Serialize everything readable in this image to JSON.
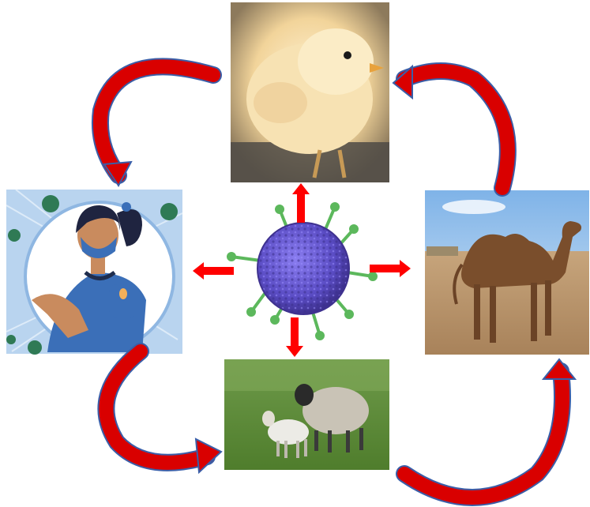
{
  "diagram": {
    "center": {
      "icon": "virus-icon",
      "color": "#6a5acd"
    },
    "nodes": [
      {
        "id": "chick",
        "icon": "chick-icon"
      },
      {
        "id": "camel",
        "icon": "camel-icon"
      },
      {
        "id": "sheep",
        "icon": "sheep-icon"
      },
      {
        "id": "person",
        "icon": "vaccinated-woman-icon"
      }
    ],
    "cycle": [
      "chick",
      "person",
      "sheep",
      "camel",
      "chick"
    ],
    "spread_from_center": [
      "chick",
      "camel",
      "sheep",
      "person"
    ],
    "colors": {
      "cycle_arrow": "#d90000",
      "cycle_arrow_edge": "#3a5ea8",
      "spread_arrow": "#ff0000"
    }
  }
}
